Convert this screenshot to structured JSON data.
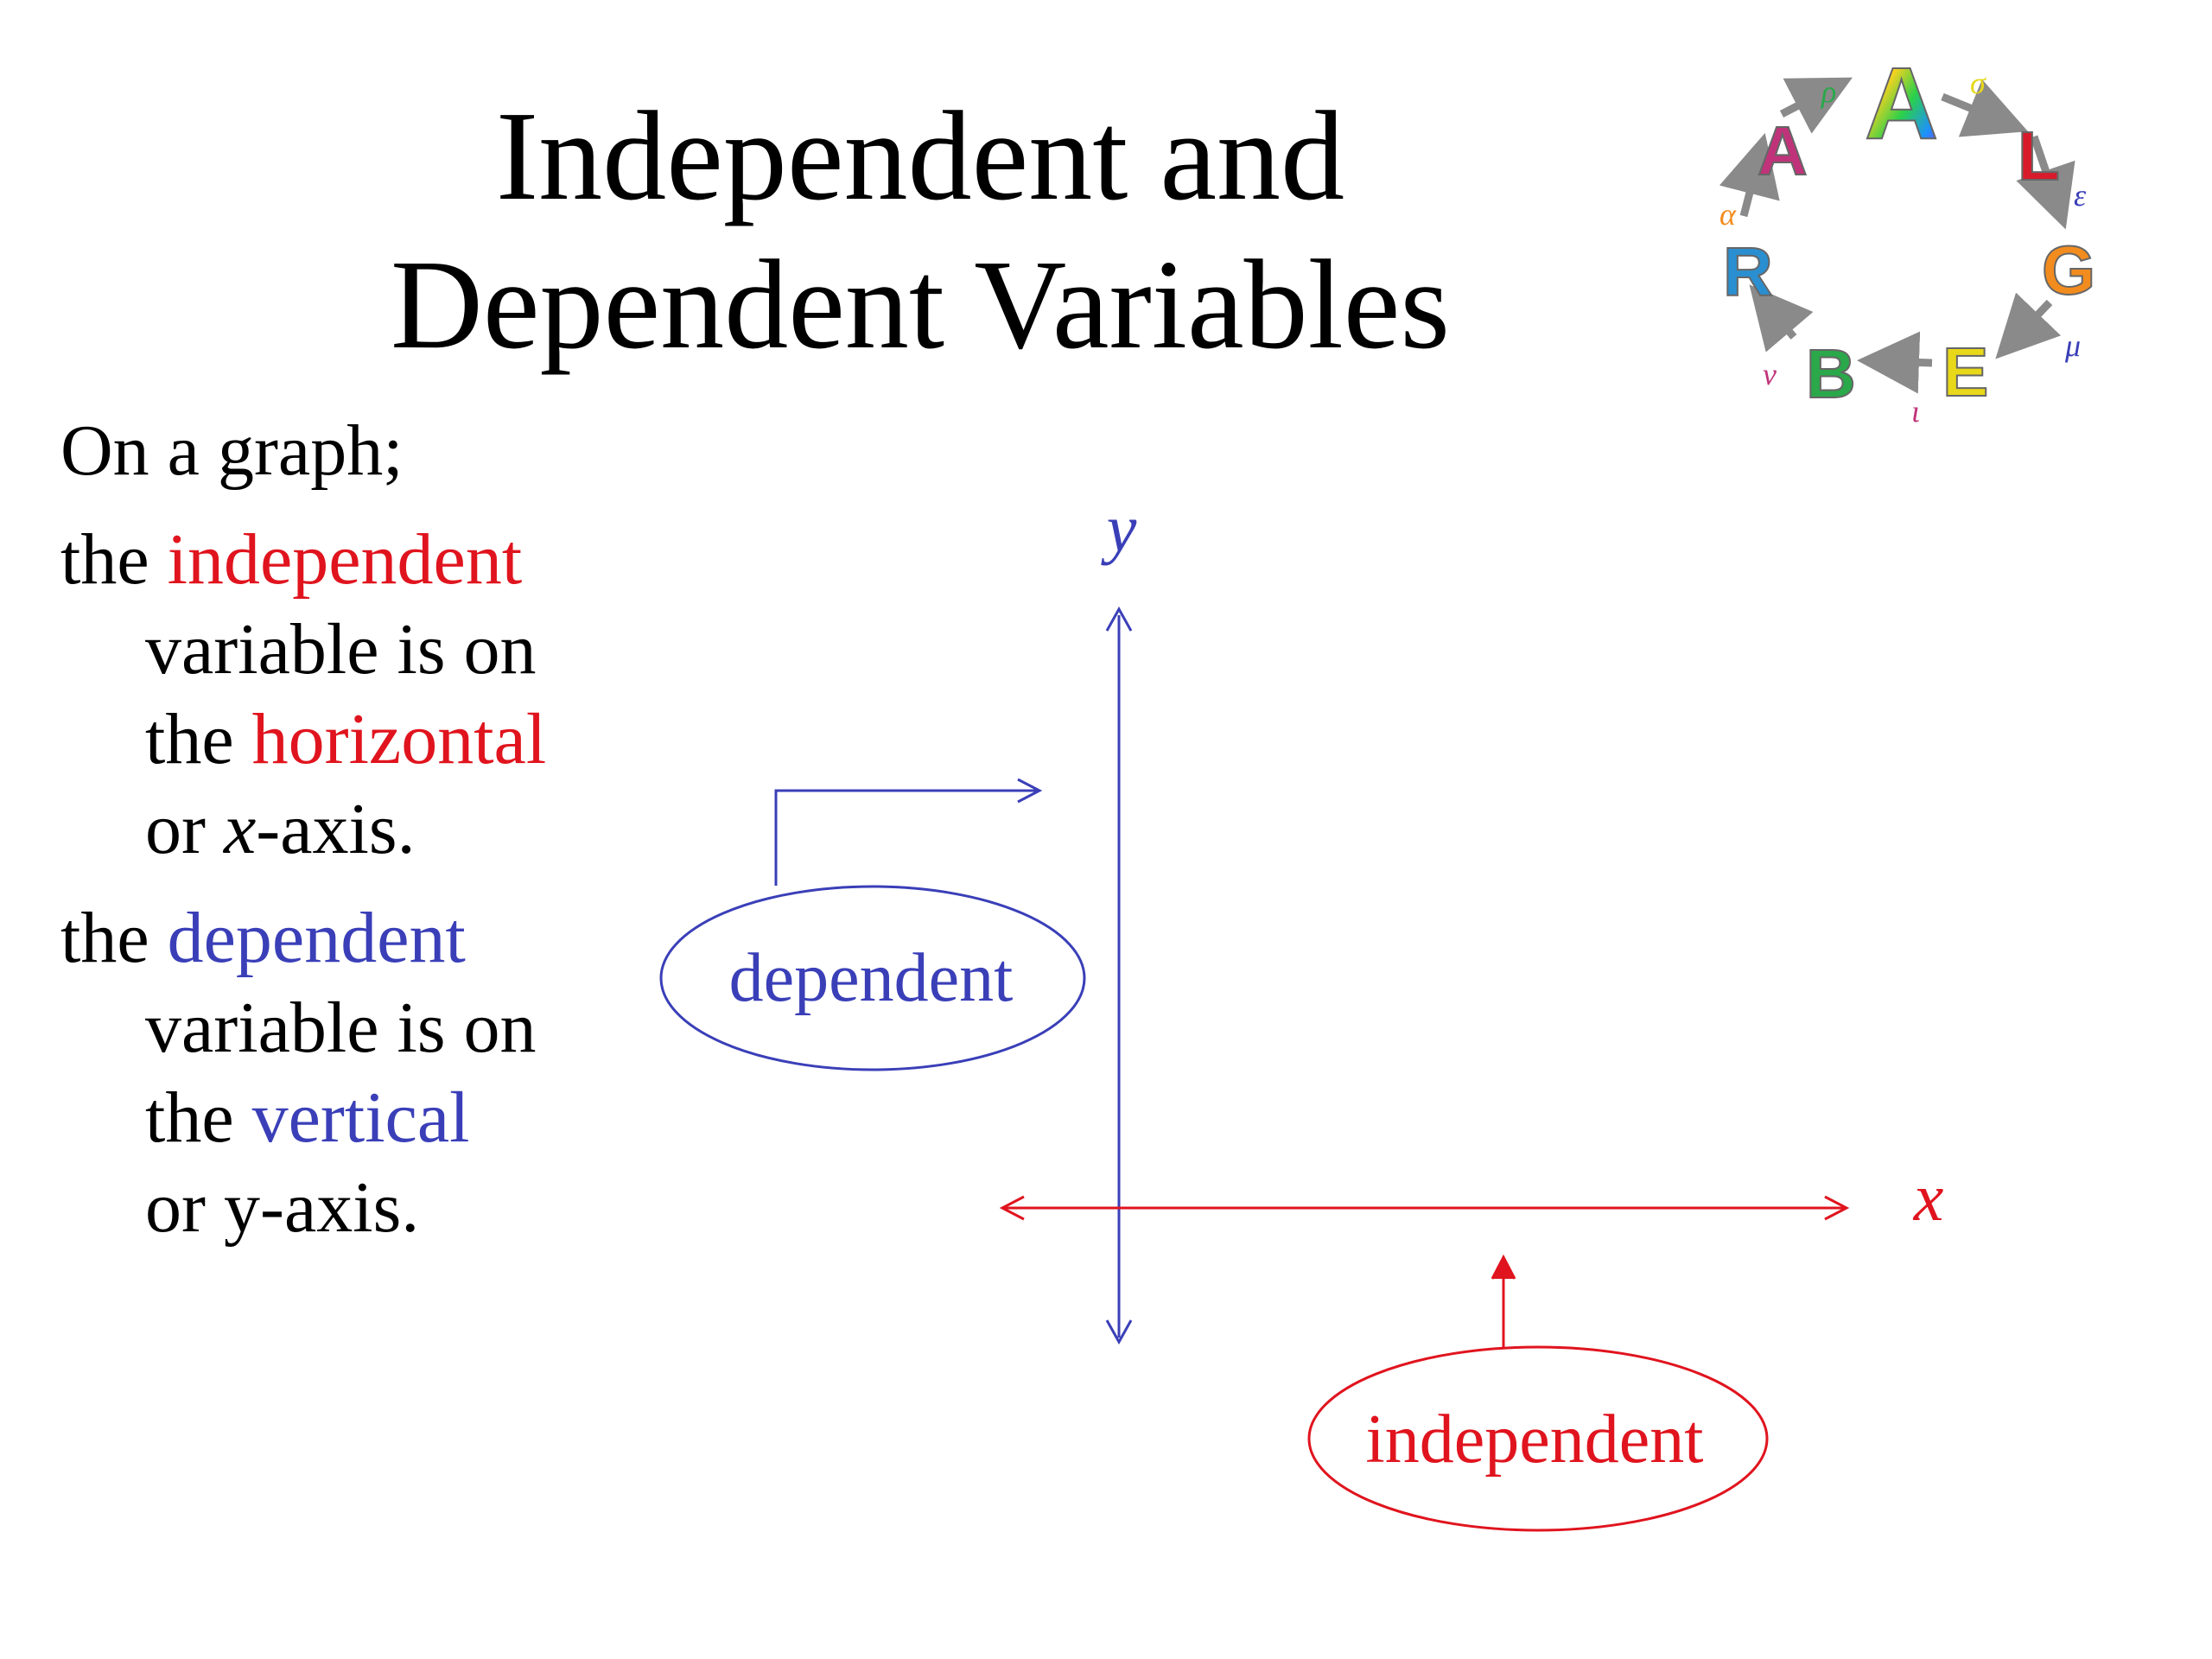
{
  "title": {
    "line1": "Independent and",
    "line2": "Dependent Variables"
  },
  "body": {
    "line1": "On a graph;",
    "independent_prefix": "the ",
    "independent_word": "independent",
    "independent_line2": "variable is on",
    "independent_line3_prefix": "the ",
    "independent_line3_word": "horizontal",
    "independent_line4_prefix": "or ",
    "independent_line4_var": "x",
    "independent_line4_suffix": "-axis.",
    "dependent_prefix": "the ",
    "dependent_word": "dependent",
    "dependent_line2": "variable is on",
    "dependent_line3_prefix": "the ",
    "dependent_line3_word": "vertical",
    "dependent_line4": "or y-axis."
  },
  "diagram": {
    "y_label": "y",
    "x_label": "x",
    "dependent_label": "dependent",
    "independent_label": "independent"
  },
  "logo": {
    "letters": [
      "A",
      "L",
      "G",
      "E",
      "B",
      "R",
      "A"
    ],
    "greek": [
      "σ",
      "ε",
      "μ",
      "ι",
      "ν",
      "α",
      "ρ"
    ],
    "letter_colors": [
      "#1e90ff",
      "#d81b2a",
      "#f28c1e",
      "#e8d81a",
      "#2aa84a",
      "#2a8fd0",
      "#c0337a"
    ]
  },
  "colors": {
    "independent": "#e0141e",
    "dependent": "#3a3fb8",
    "logo_arrow": "#8a8a8a"
  }
}
